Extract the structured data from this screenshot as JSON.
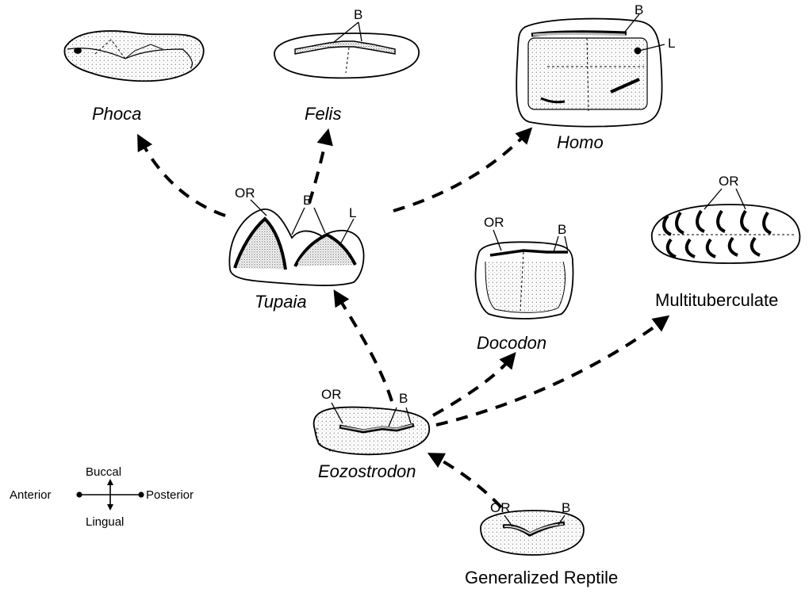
{
  "taxa": {
    "phoca": "Phoca",
    "felis": "Felis",
    "homo": "Homo",
    "tupaia": "Tupaia",
    "docodon": "Docodon",
    "multituberculate": "Multituberculate",
    "eozostrodon": "Eozostrodon",
    "generalized_reptile": "Generalized Reptile"
  },
  "structure_labels": {
    "or": "OR",
    "b": "B",
    "l": "L"
  },
  "compass": {
    "buccal": "Buccal",
    "lingual": "Lingual",
    "anterior": "Anterior",
    "posterior": "Posterior"
  },
  "colors": {
    "ink": "#000000",
    "stipple": "#9a9a9a",
    "paper": "#ffffff"
  }
}
